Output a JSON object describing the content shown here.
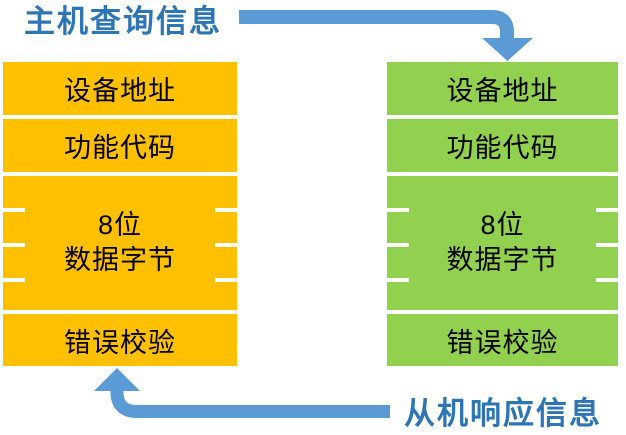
{
  "captions": {
    "host_query": "主机查询信息",
    "slave_response": "从机响应信息"
  },
  "colors": {
    "background": "#FFFFFF",
    "master_fill": "#FFC000",
    "slave_fill": "#92D050",
    "arrow_blue": "#5B9BD5",
    "label_blue": "#2E75B6",
    "row_text": "#000000"
  },
  "master_frame": {
    "device_address": "设备地址",
    "function_code": "功能代码",
    "data_bytes_line1": "8位",
    "data_bytes_line2": "数据字节",
    "error_check": "错误校验"
  },
  "slave_frame": {
    "device_address": "设备地址",
    "function_code": "功能代码",
    "data_bytes_line1": "8位",
    "data_bytes_line2": "数据字节",
    "error_check": "错误校验"
  }
}
